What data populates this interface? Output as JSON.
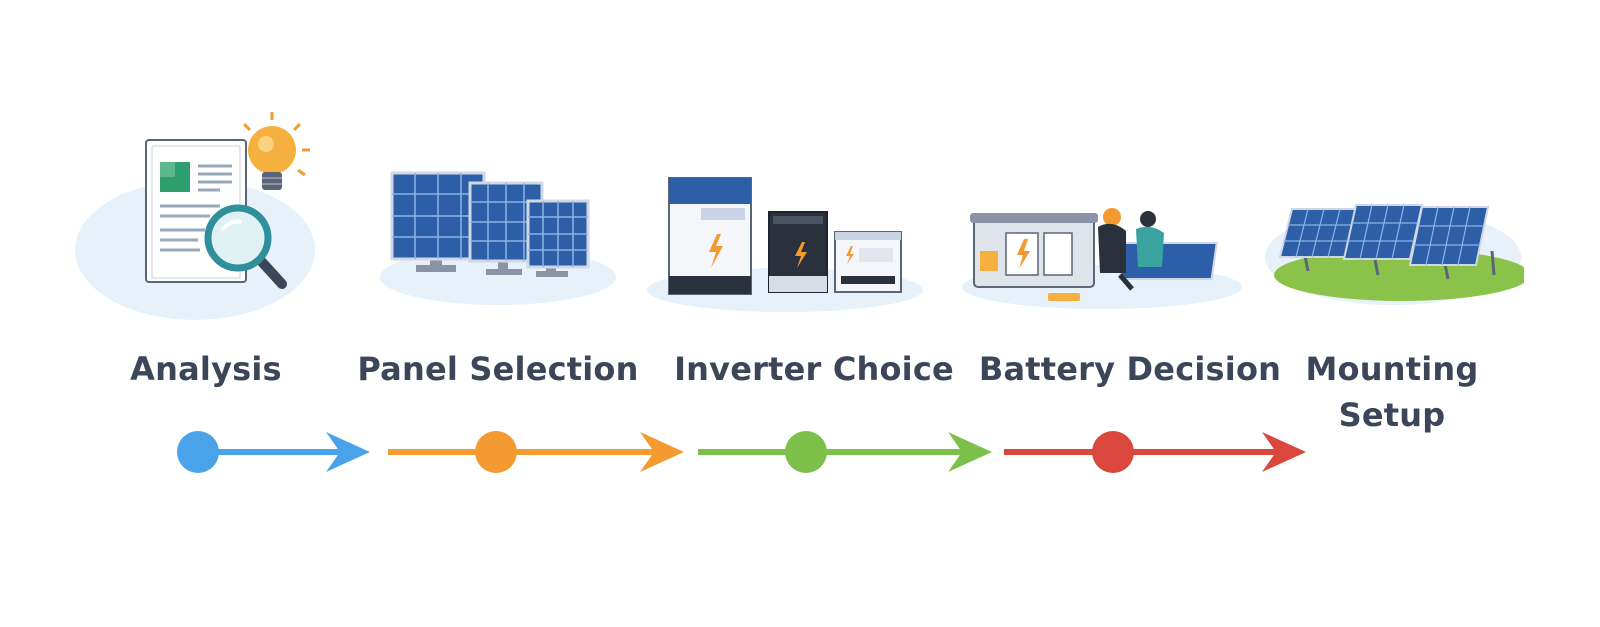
{
  "steps": [
    {
      "label_lines": [
        "Analysis"
      ],
      "color": "#4aa3e8",
      "icon": "report-magnifier-lightbulb-icon"
    },
    {
      "label_lines": [
        "Panel Selection"
      ],
      "color": "#f39a31",
      "icon": "solar-panels-icon"
    },
    {
      "label_lines": [
        "Inverter Choice"
      ],
      "color": "#7cc04a",
      "icon": "inverter-icon"
    },
    {
      "label_lines": [
        "Battery Decision"
      ],
      "color": "#d9473d",
      "icon": "battery-installers-icon"
    },
    {
      "label_lines": [
        "Mounting",
        "Setup"
      ],
      "color": "#3c4659",
      "icon": "ground-mounted-panels-icon"
    }
  ],
  "colors": {
    "text": "#3c4659",
    "panel_blue": "#2d5fa8",
    "background": "#ffffff"
  }
}
